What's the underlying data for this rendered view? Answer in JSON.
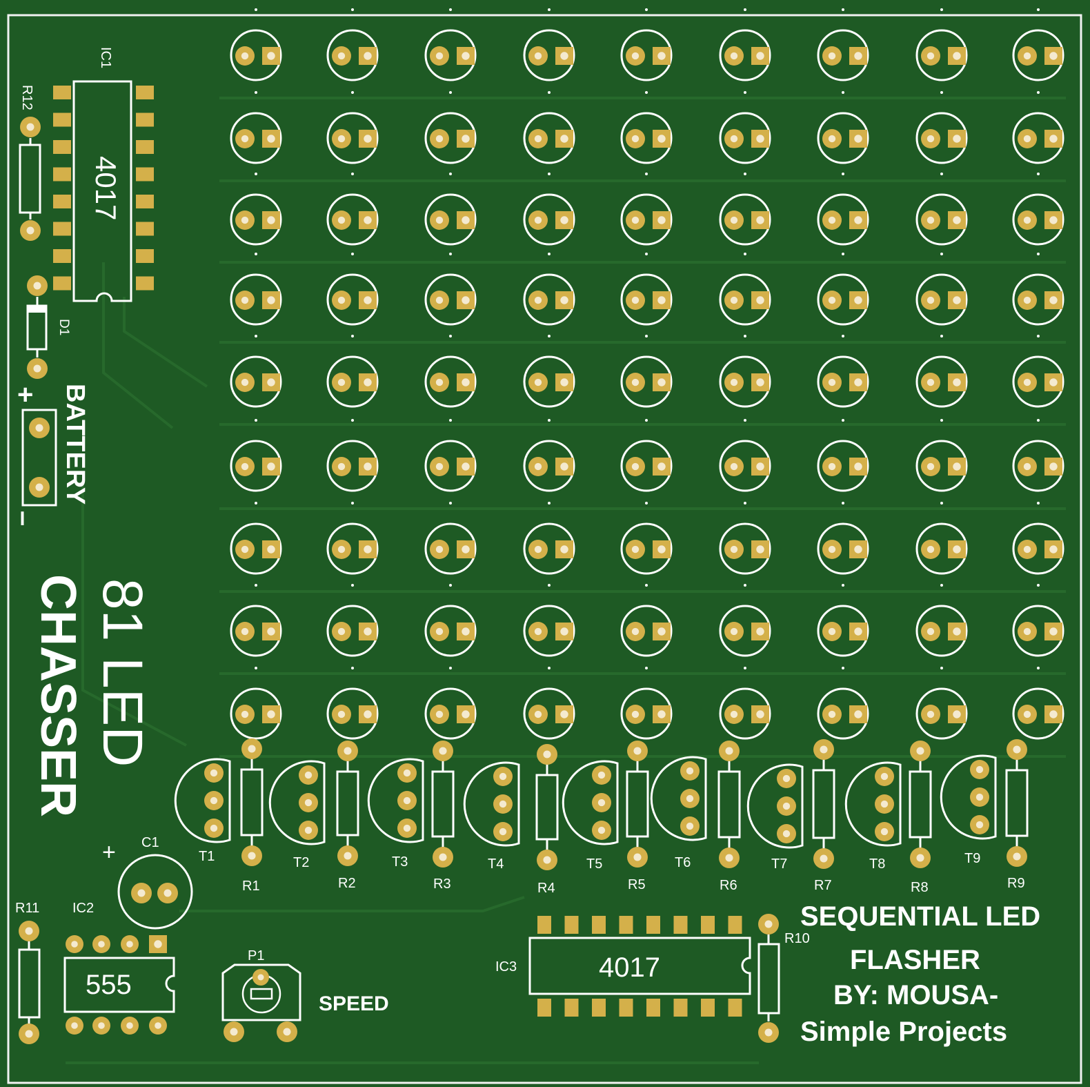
{
  "board": {
    "title_main": "81 LED",
    "title_sub": "CHASSER",
    "credit_lines": [
      "SEQUENTIAL LED",
      "FLASHER",
      "BY: MOUSA-",
      "Simple Projects"
    ],
    "speed_label": "SPEED",
    "battery_label": "BATTERY",
    "plus_sign": "+",
    "minus_sign": "–"
  },
  "colors": {
    "board": "#1e5a24",
    "trace": "#27692c",
    "silkscreen": "#ffffff",
    "copper_pad": "#d4b04a",
    "drill": "#f4ead0",
    "outline": "#f2f2f2"
  },
  "led_matrix": {
    "rows": 9,
    "columns": 9,
    "count": 81
  },
  "components": {
    "ic1": {
      "ref": "IC1",
      "value": "4017"
    },
    "ic2": {
      "ref": "IC2",
      "value": "555"
    },
    "ic3": {
      "ref": "IC3",
      "value": "4017"
    },
    "c1": {
      "ref": "C1",
      "polarity": "+"
    },
    "p1": {
      "ref": "P1"
    },
    "d1": {
      "ref": "D1"
    },
    "r10": {
      "ref": "R10"
    },
    "r11": {
      "ref": "R11"
    },
    "r12": {
      "ref": "R12"
    },
    "transistors": [
      "T1",
      "T2",
      "T3",
      "T4",
      "T5",
      "T6",
      "T7",
      "T8",
      "T9"
    ],
    "resistors": [
      "R1",
      "R2",
      "R3",
      "R4",
      "R5",
      "R6",
      "R7",
      "R8",
      "R9"
    ]
  }
}
